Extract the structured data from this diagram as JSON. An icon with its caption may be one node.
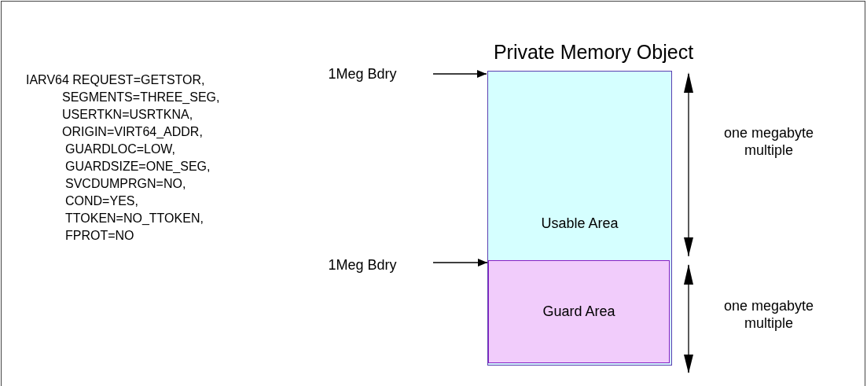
{
  "diagram": {
    "title": "Private Memory Object",
    "nodes": [
      {
        "text": [
          "Usable Area"
        ]
      },
      {
        "text": [
          "Guard Area"
        ],
        "in": 0
      },
      {
        "text": [
          "1Meg Bdry"
        ]
      },
      {
        "text": [
          "1Meg Bdry"
        ]
      }
    ],
    "edges": [
      {
        "from": 2,
        "to": 0,
        "arrow": "to"
      },
      {
        "from": 3,
        "to": 1,
        "arrow": "to"
      }
    ],
    "labels": [
      "IARV64 REQUEST=GETSTOR,",
      "SEGMENTS=THREE_SEG,",
      "USERTKN=USRTKNA,",
      "ORIGIN=VIRT64_ADDR,",
      "GUARDLOC=LOW,",
      "GUARDSIZE=ONE_SEG,",
      "SVCDUMPRGN=NO,",
      "COND=YES,",
      "TTOKEN=NO_TTOKEN,",
      "FPROT=NO",
      "one megabyte multiple",
      "one megabyte multiple"
    ]
  }
}
